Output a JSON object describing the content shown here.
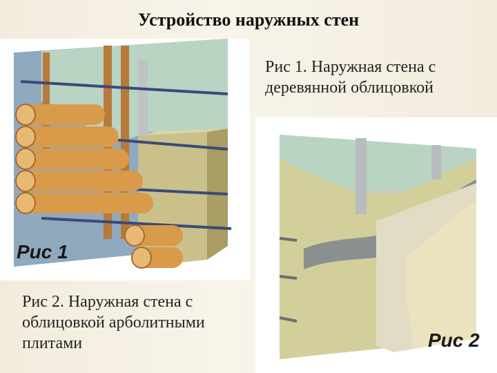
{
  "slide": {
    "title": "Устройство наружных стен",
    "caption_fig1": "Рис 1. Наружная стена с деревянной облицовкой",
    "caption_fig2": "Рис 2. Наружная стена с облицовкой арболитными плитами"
  },
  "figure1": {
    "label": "Рис 1",
    "image": "wall-wood-cladding-illustration"
  },
  "figure2": {
    "label": "Рис 2",
    "image": "wall-arbolite-panels-illustration"
  },
  "colors": {
    "background": "#f6f1e6",
    "wall_blue": "#8fa9bf",
    "insulation": "#c9c08a",
    "log": "#d99a4a",
    "panel_grey": "#c9ccc6",
    "stucco": "#ebe3bd"
  }
}
